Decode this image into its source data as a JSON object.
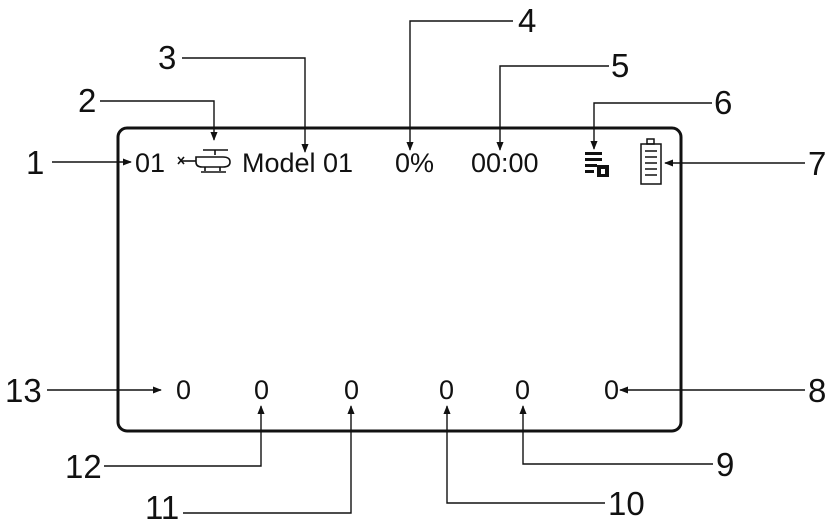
{
  "screen": {
    "model_number": "01",
    "model_type_icon": "helicopter-icon",
    "model_name": "Model 01",
    "throttle_percent": "0%",
    "timer": "00:00",
    "signal_icon": "signal-bars-icon",
    "battery_icon": "battery-icon",
    "trims": [
      "0",
      "0",
      "0",
      "0",
      "0",
      "0"
    ]
  },
  "callouts": {
    "c1": "1",
    "c2": "2",
    "c3": "3",
    "c4": "4",
    "c5": "5",
    "c6": "6",
    "c7": "7",
    "c8": "8",
    "c9": "9",
    "c10": "10",
    "c11": "11",
    "c12": "12",
    "c13": "13"
  },
  "colors": {
    "line": "#111111",
    "background": "#ffffff"
  }
}
